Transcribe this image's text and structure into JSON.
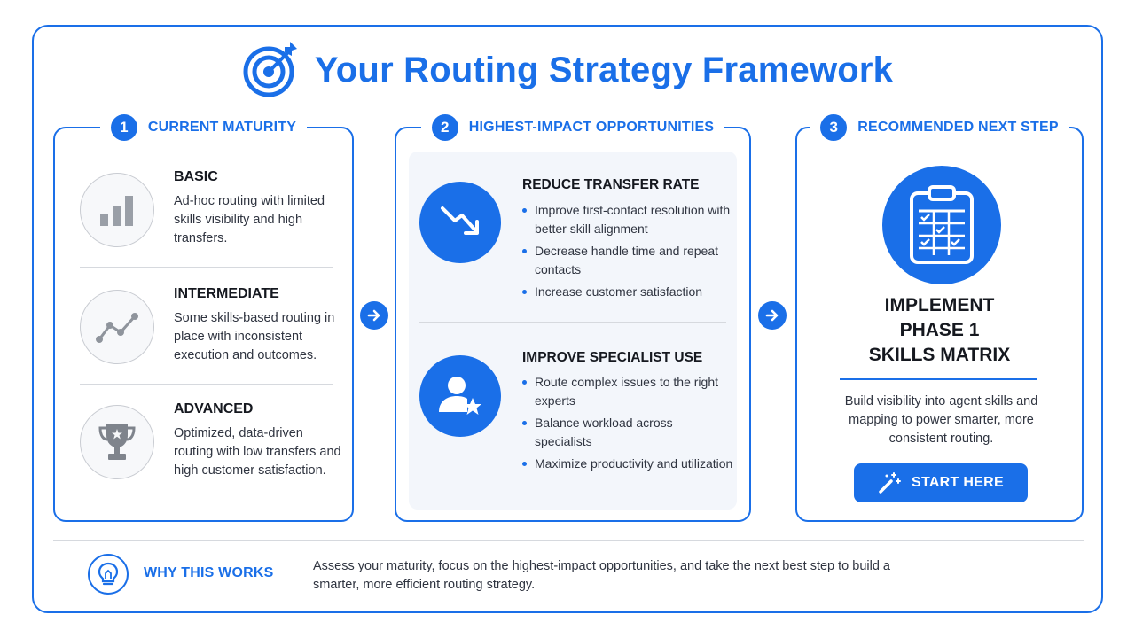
{
  "title": "Your Routing Strategy Framework",
  "title_icon": "target-icon",
  "colors": {
    "accent": "#1a6fe8",
    "text": "#15181f",
    "muted": "#2f3440",
    "grey_icon": "#8f949c"
  },
  "sections": {
    "maturity": {
      "number": "1",
      "title": "CURRENT MATURITY",
      "levels": [
        {
          "name": "BASIC",
          "description": "Ad-hoc routing with limited skills visibility and high transfers.",
          "icon": "bar-chart-icon"
        },
        {
          "name": "INTERMEDIATE",
          "description": "Some skills-based routing in place with inconsistent execution and outcomes.",
          "icon": "trend-line-icon"
        },
        {
          "name": "ADVANCED",
          "description": "Optimized, data-driven routing with low transfers and high customer satisfaction.",
          "icon": "trophy-icon"
        }
      ]
    },
    "opportunities": {
      "number": "2",
      "title": "HIGHEST-IMPACT OPPORTUNITIES",
      "items": [
        {
          "title": "REDUCE TRANSFER RATE",
          "icon": "trending-down-icon",
          "bullets": [
            "Improve first-contact resolution with better skill alignment",
            "Decrease handle time and repeat contacts",
            "Increase customer satisfaction"
          ]
        },
        {
          "title": "IMPROVE SPECIALIST USE",
          "icon": "user-star-icon",
          "bullets": [
            "Route complex issues to the right experts",
            "Balance workload across specialists",
            "Maximize productivity and utilization"
          ]
        }
      ]
    },
    "next_step": {
      "number": "3",
      "title": "RECOMMENDED NEXT STEP",
      "icon": "clipboard-matrix-icon",
      "headline_lines": [
        "IMPLEMENT",
        "PHASE 1",
        "SKILLS MATRIX"
      ],
      "description": "Build visibility into agent skills and mapping to power smarter, more consistent routing.",
      "button_label": "START HERE",
      "button_icon": "magic-wand-icon"
    }
  },
  "footer": {
    "icon": "lightbulb-icon",
    "label": "WHY THIS WORKS",
    "text": "Assess your maturity, focus on the highest-impact opportunities, and take the next best step to build a smarter, more efficient routing strategy."
  }
}
